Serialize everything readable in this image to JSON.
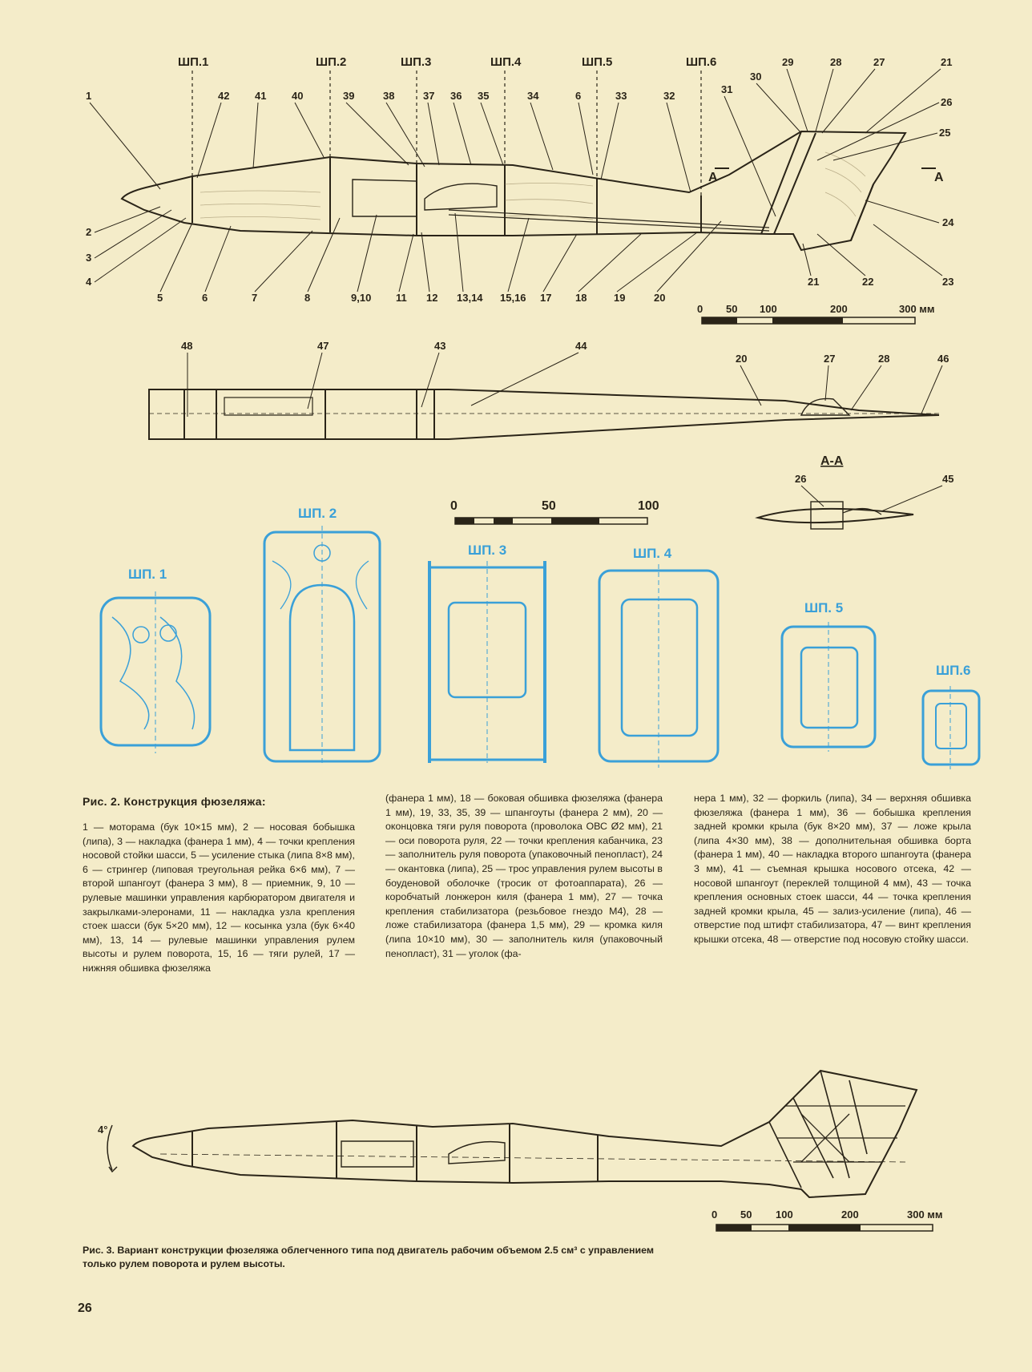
{
  "fig2": {
    "frame_labels": [
      "ШП.1",
      "ШП.2",
      "ШП.3",
      "ШП.4",
      "ШП.5",
      "ШП.6"
    ],
    "part_numbers_top": [
      "1",
      "42",
      "41",
      "40",
      "39",
      "38",
      "37",
      "36",
      "35",
      "34",
      "6",
      "33",
      "32",
      "31",
      "30",
      "29",
      "28",
      "27",
      "21",
      "26",
      "25",
      "24"
    ],
    "part_numbers_bottom": [
      "2",
      "3",
      "4",
      "5",
      "6",
      "7",
      "8",
      "9,10",
      "11",
      "12",
      "13,14",
      "15,16",
      "17",
      "18",
      "19",
      "20",
      "21",
      "22",
      "23"
    ],
    "section_marker": "А",
    "scale_large": {
      "ticks": [
        "0",
        "50",
        "100",
        "200",
        "300 мм"
      ]
    },
    "plan_labels": [
      "48",
      "47",
      "43",
      "44",
      "20",
      "27",
      "28",
      "46"
    ],
    "section_title": "А-А",
    "section_labels": [
      "26",
      "45"
    ],
    "scale_small": {
      "ticks": [
        "0",
        "50",
        "100"
      ]
    },
    "bulkheads": [
      "ШП. 1",
      "ШП. 2",
      "ШП. 3",
      "ШП. 4",
      "ШП. 5",
      "ШП.6"
    ]
  },
  "caption": {
    "prefix": "Рис. 2.",
    "title": "Конструкция фюзеляжа:",
    "col1": "1 — моторама (бук 10×15 мм), 2 — носовая бобышка (липа), 3 — накладка (фанера 1 мм), 4 — точки крепления носовой стойки шасси, 5 — усиление стыка (липа 8×8 мм), 6 — стрингер (липовая треугольная рейка 6×6 мм), 7 — второй шпангоут (фанера 3 мм), 8 — приемник, 9, 10 — рулевые машинки управления карбюратором двигателя и закрылками-элеронами, 11 — накладка узла крепления стоек шасси (бук 5×20 мм), 12 — косынка узла (бук 6×40 мм), 13, 14 — рулевые машинки управления рулем высоты и рулем поворота, 15, 16 — тяги рулей, 17 — нижняя обшивка фюзеляжа",
    "col2": "(фанера 1 мм), 18 — боковая обшивка фюзеляжа (фанера 1 мм), 19, 33, 35, 39 — шпангоуты (фанера 2 мм), 20 — оконцовка тяги руля поворота (проволока ОВС Ø2 мм), 21 — оси поворота руля, 22 — точки крепления кабанчика, 23 — заполнитель руля поворота (упаковочный пенопласт), 24 — окантовка (липа), 25 — трос управления рулем высоты в боуденовой оболочке (тросик от фотоаппарата), 26 — коробчатый лонжерон киля (фанера 1 мм), 27 — точка крепления стабилизатора (резьбовое гнездо М4), 28 — ложе стабилизатора (фанера 1,5 мм), 29 — кромка киля (липа 10×10 мм), 30 — заполнитель киля (упаковочный пенопласт), 31 — уголок (фа-",
    "col3": "нера 1 мм), 32 — форкиль (липа), 34 — верхняя обшивка фюзеляжа (фанера 1 мм), 36 — бобышка крепления задней кромки крыла (бук 8×20 мм), 37 — ложе крыла (липа 4×30 мм), 38 — дополнительная обшивка борта (фанера 1 мм), 40 — накладка второго шпангоута (фанера 3 мм), 41 — съемная крышка носового отсека, 42 — носовой шпангоут (переклей толщиной 4 мм), 43 — точка крепления основных стоек шасси, 44 — точка крепления задней кромки крыла, 45 — зализ-усиление (липа), 46 — отверстие под штифт стабилизатора, 47 — винт крепления крышки отсека, 48 — отверстие под носовую стойку шасси."
  },
  "fig3": {
    "angle_label": "4°",
    "scale": {
      "ticks": [
        "0",
        "50",
        "100",
        "200",
        "300 мм"
      ]
    },
    "caption": "Рис. 3. Вариант конструкции фюзеляжа облегченного типа под двигатель рабочим объемом 2.5 см³ с управлением только рулем поворота и рулем высоты."
  },
  "page_number": "26",
  "colors": {
    "paper": "#f4ecc9",
    "ink": "#2a2418",
    "blue_print": "#3aa0d8"
  }
}
